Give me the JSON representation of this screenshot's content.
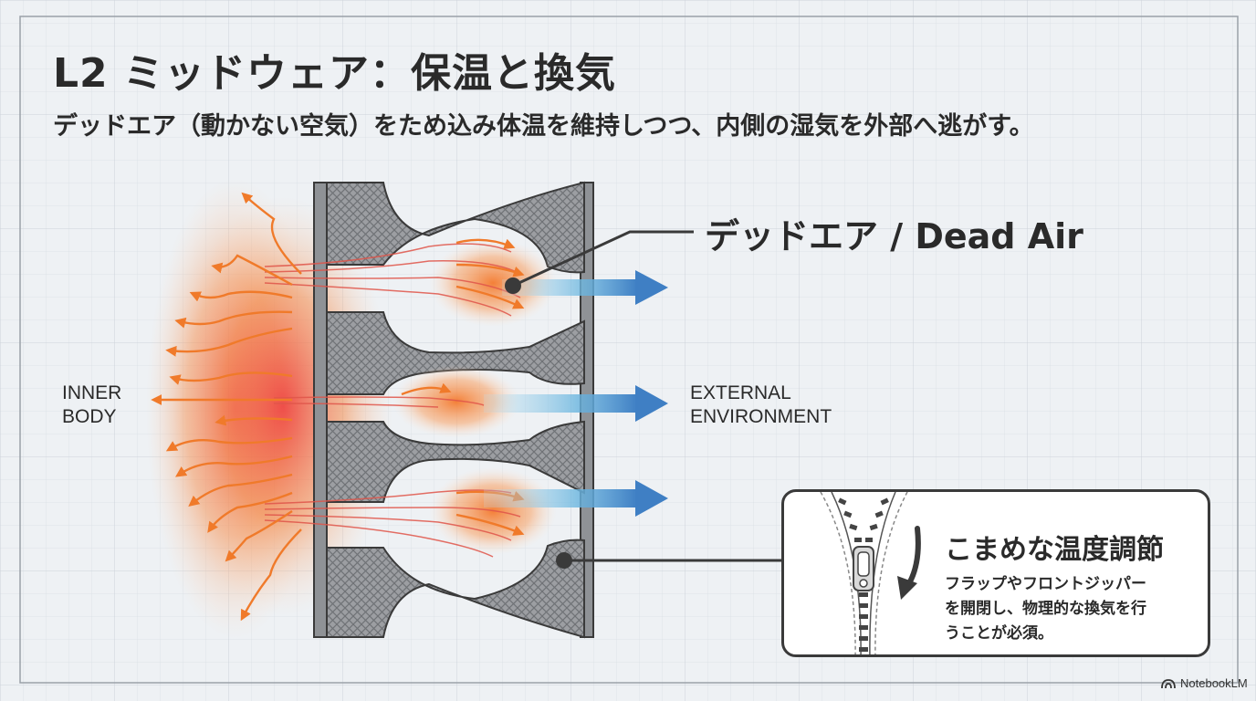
{
  "header": {
    "title": "L2 ミッドウェア：保温と換気",
    "subtitle": "デッドエア（動かない空気）をため込み体温を維持しつつ、内側の湿気を外部へ逃がす。"
  },
  "diagram": {
    "inner_label_line1": "INNER",
    "inner_label_line2": "BODY",
    "external_label_line1": "EXTERNAL",
    "external_label_line2": "ENVIRONMENT",
    "dead_air_label": "デッドエア / Dead Air",
    "colors": {
      "heat": "#f07a2a",
      "heat_core": "#e23a3a",
      "vent_arrow": "#3f7fc4",
      "fabric": "#8d8f93",
      "outline": "#3a3a3a"
    }
  },
  "callout": {
    "title": "こまめな温度調節",
    "body": "フラップやフロントジッパー\nを開閉し、物理的な換気を行\nうことが必須。",
    "icon": "zipper-icon"
  },
  "brand": {
    "name": "NotebookLM",
    "icon": "notebooklm-logo-icon"
  }
}
